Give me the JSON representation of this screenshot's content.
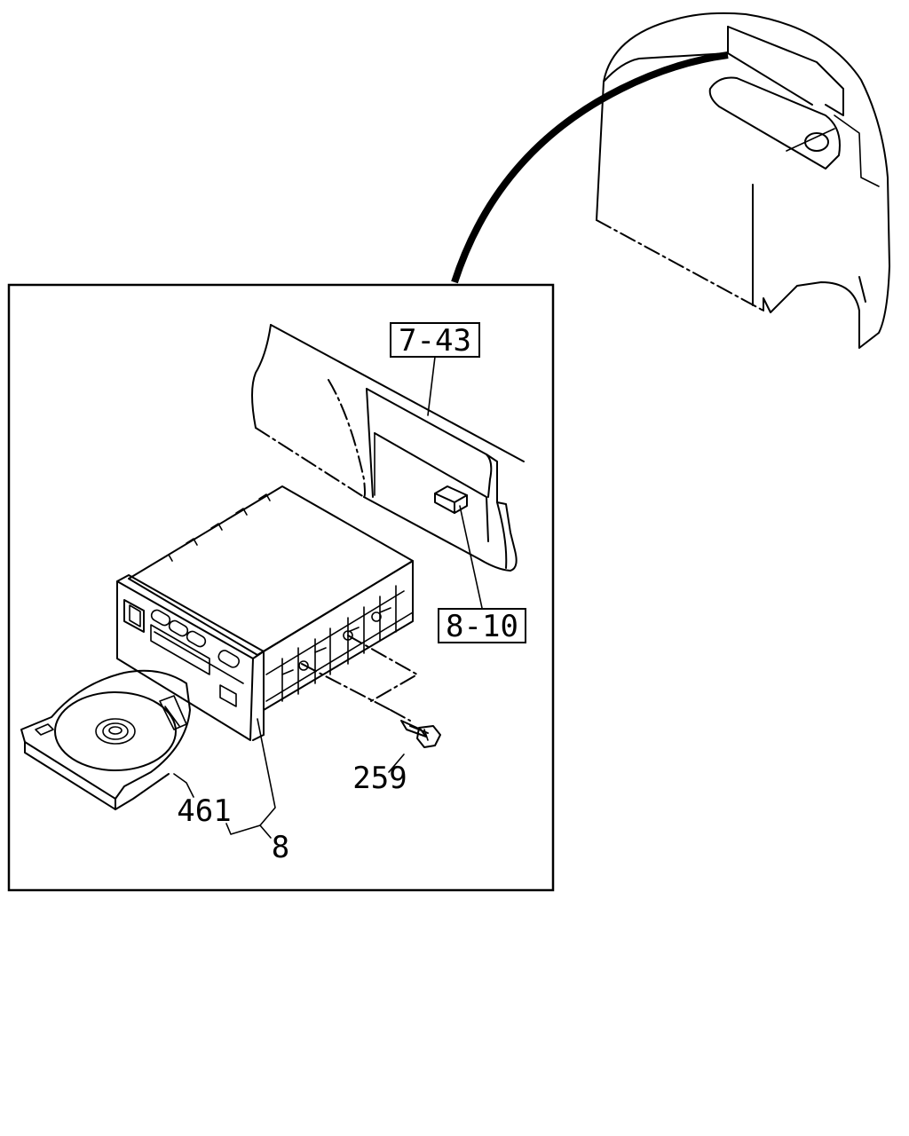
{
  "diagram": {
    "callouts": {
      "panel_ref": "7-43",
      "connector_ref": "8-10",
      "bolt": "259",
      "cd_magazine": "461",
      "assembly": "8"
    }
  }
}
